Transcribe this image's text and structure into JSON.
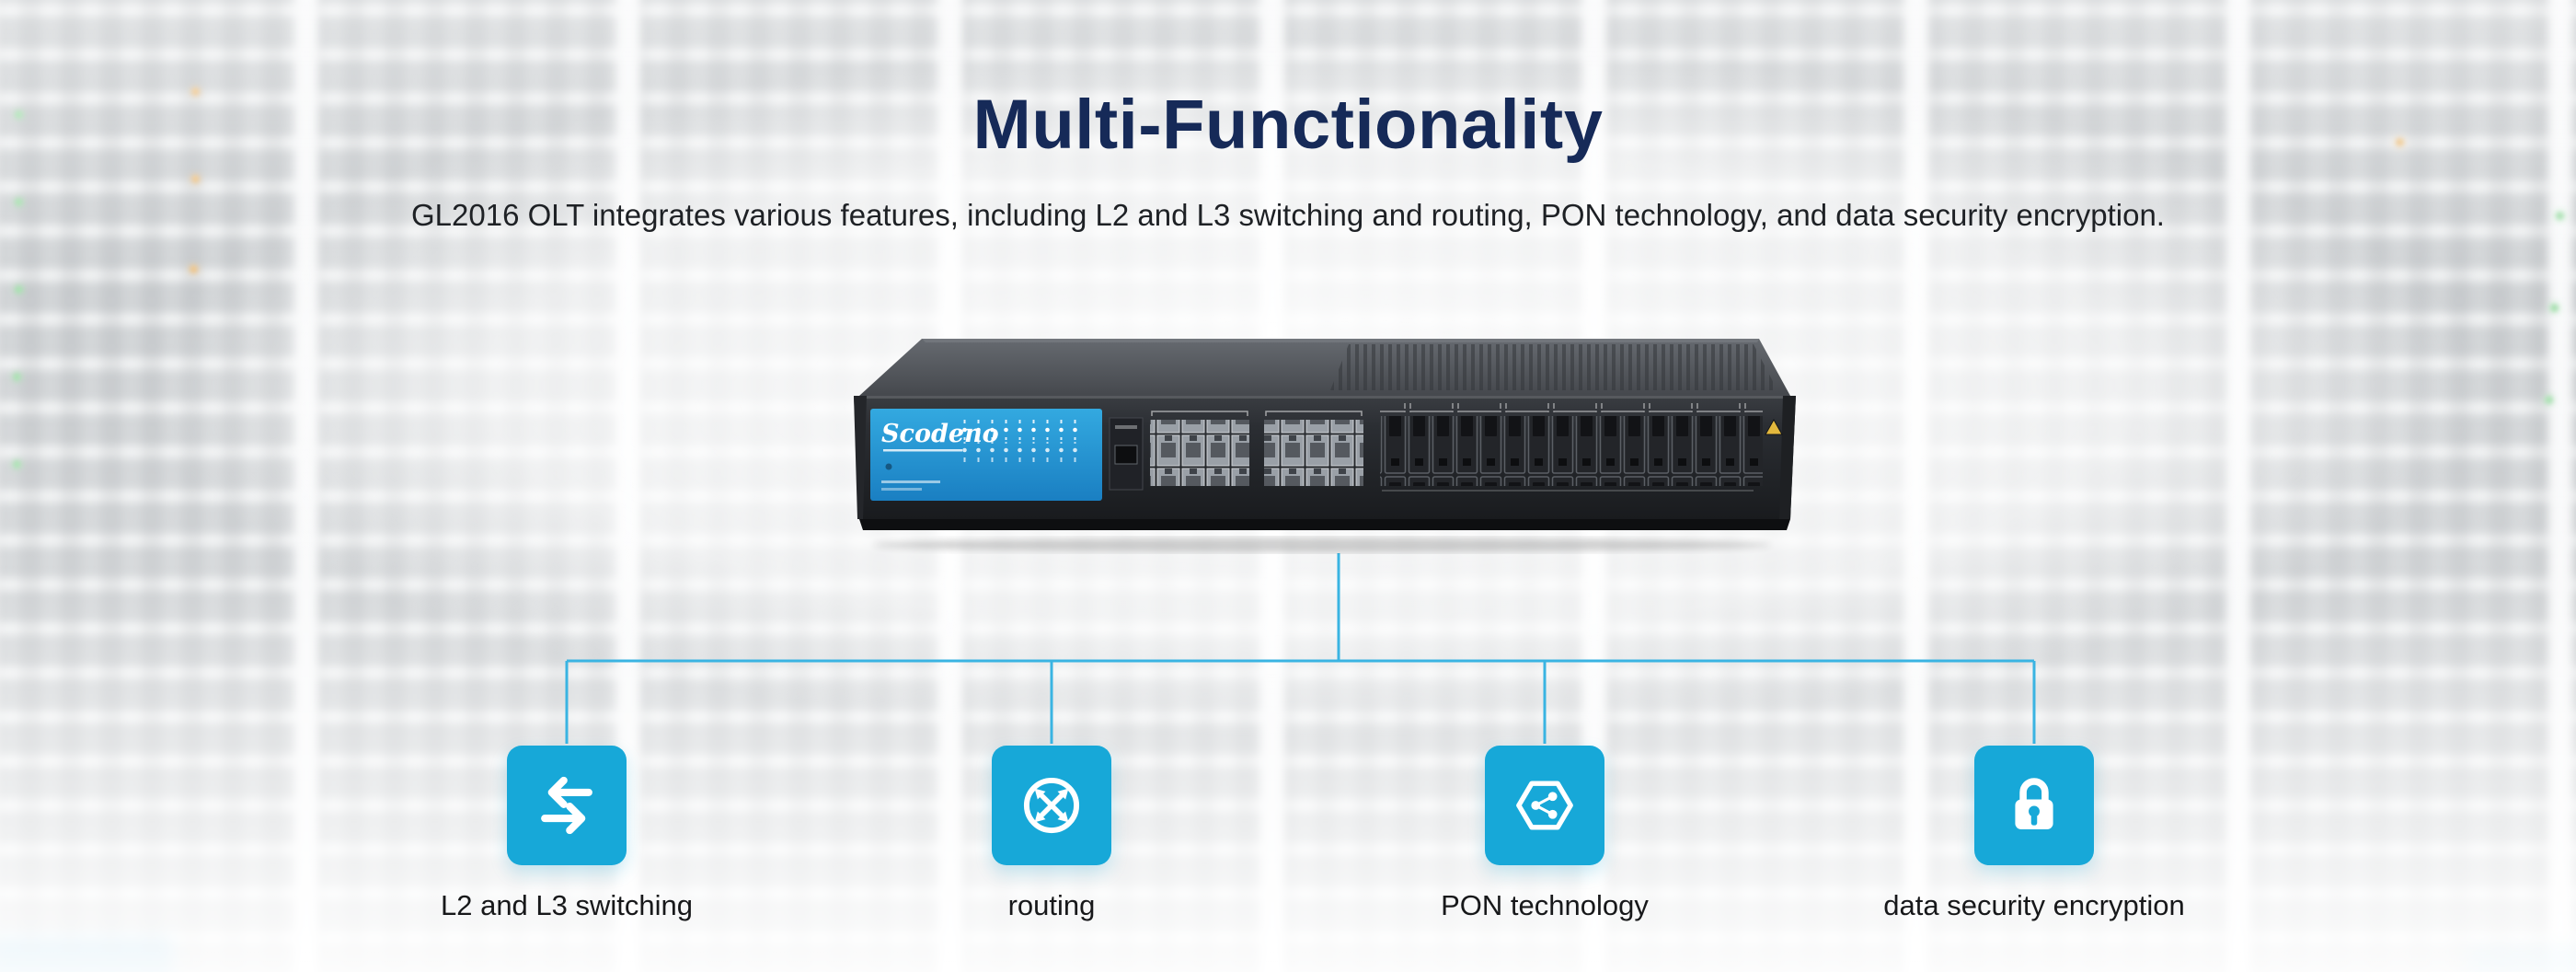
{
  "page": {
    "title": "Multi-Functionality",
    "subtitle": "GL2016 OLT integrates various features, including L2 and L3 switching and routing, PON technology, and data security encryption."
  },
  "device": {
    "brand": "Scodeno"
  },
  "features": [
    {
      "label": "L2 and L3 switching",
      "icon": "swap-arrows-icon"
    },
    {
      "label": "routing",
      "icon": "routing-icon"
    },
    {
      "label": "PON technology",
      "icon": "pon-network-icon"
    },
    {
      "label": "data security encryption",
      "icon": "lock-icon"
    }
  ],
  "colors": {
    "accent": "#17a8d8",
    "connector": "#3ab4e2",
    "title_color": "#162a58"
  }
}
